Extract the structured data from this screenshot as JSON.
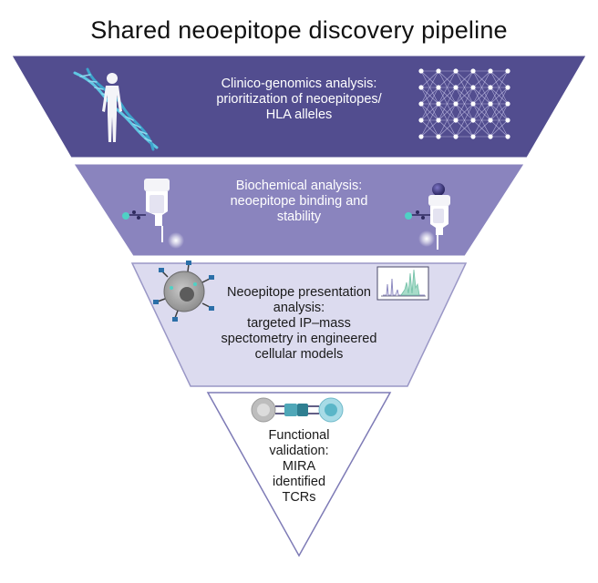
{
  "title": "Shared neoepitope discovery pipeline",
  "stages": [
    {
      "lines": [
        "Clinico-genomics analysis:",
        "prioritization of neoepitopes/",
        "HLA alleles"
      ],
      "color": "#524d8f",
      "icons": [
        "dna-icon",
        "human-figure-icon",
        "neural-network-icon"
      ]
    },
    {
      "lines": [
        "Biochemical analysis:",
        "neoepitope binding and",
        "stability"
      ],
      "color": "#8a84be",
      "icons": [
        "hla-complex-icon",
        "peptide-bound-hla-icon"
      ]
    },
    {
      "lines": [
        "Neoepitope presentation",
        "analysis:",
        "targeted IP–mass",
        "spectometry in engineered",
        "cellular models"
      ],
      "color": "#dcdbef",
      "icons": [
        "cell-icon",
        "mass-spectrum-icon"
      ]
    },
    {
      "lines": [
        "Functional",
        "validation:",
        "MIRA",
        "identified",
        "TCRs"
      ],
      "color": "#ffffff",
      "icons": [
        "t-cell-binding-icon"
      ]
    }
  ]
}
